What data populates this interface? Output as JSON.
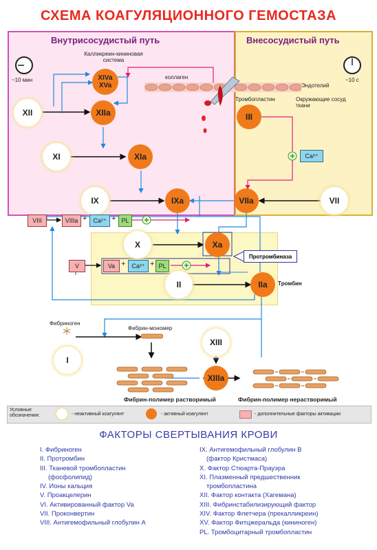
{
  "title": "СХЕМА КОАГУЛЯЦИОННОГО ГЕМОСТАЗА",
  "intrinsic": {
    "title": "Внутрисосудистый путь",
    "time": "~10 мин",
    "kallikrein": "Калликреин-кининовая система"
  },
  "extrinsic": {
    "title": "Внесосудистый путь",
    "time": "~10 с"
  },
  "labels": {
    "collagen": "коллаген",
    "endothelium": "Эндотелий",
    "surrounding": "Окружающие сосуд ткани",
    "thromboplastin": "Тромбопластин",
    "prothrombinase": "Протромбиназа",
    "thrombin": "Тромбин",
    "fibrinogen": "Фибриноген",
    "fibrin_monomer": "Фибрин-мономер",
    "fibrin_soluble": "Фибрин-полимер растворимый",
    "fibrin_insoluble": "Фибрин-полимер нерастворимый",
    "ca": "Ca²⁺"
  },
  "nodes": {
    "xiva": "XIVa",
    "xva": "XVa",
    "xii": "XII",
    "xiia": "XIIa",
    "xi": "XI",
    "xia": "XIa",
    "ix": "IX",
    "ixa": "IXa",
    "iii": "III",
    "vii": "VII",
    "viia": "VIIa",
    "x": "X",
    "xa": "Xa",
    "ii": "II",
    "iia": "IIa",
    "i": "I",
    "xiii": "XIII",
    "xiiia": "XIIIa"
  },
  "complex_viii": {
    "in": "VIII",
    "out": "VIIIa",
    "plus1": "+",
    "ca": "Ca²⁺",
    "plus2": "+",
    "pl": "PL"
  },
  "complex_v": {
    "in": "V",
    "out": "Va",
    "plus1": "+",
    "ca": "Ca²⁺",
    "plus2": "+",
    "pl": "PL"
  },
  "legend": {
    "heading": "Условные обозначения:",
    "inactive": "- неактивный коагулянт",
    "active": "- активный коагулянт",
    "extra": "- дополнительные факторы активации"
  },
  "factors_title": "ФАКТОРЫ СВЕРТЫВАНИЯ КРОВИ",
  "factors_left": [
    "I. Фибриноген",
    "II. Протромбин",
    "III. Тканевой тромбопластин",
    "(фосфолипид)",
    "IV. Ионы кальция",
    "V. Проакцелерин",
    "VI. Активированный фактор Va",
    "VII. Проконвертин",
    "VIII. Антигемофильный глобулин А"
  ],
  "factors_right": [
    "IX. Антигемофильный глобулин В",
    "(фактор Кристмаса)",
    "X. Фактор Стюарта-Прауэра",
    "XI. Плазменный предшественник",
    "тромбопластина",
    "XII. Фактор контакта (Хагемана)",
    "XIII. Фибринстабилизирующий фактор",
    "XIV. Фактор Флетчера (прекалликреин)",
    "XV. Фактор Фитцжеральда (кининоген)",
    "PL. Тромбоцитарный тромбопластин"
  ]
}
